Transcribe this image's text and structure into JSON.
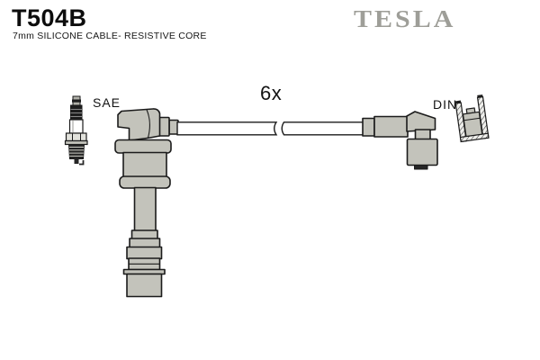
{
  "header": {
    "part_number": "T504B",
    "subtitle": "7mm SILICONE CABLE- RESISTIVE CORE",
    "brand": "TESLA"
  },
  "diagram": {
    "quantity_label": "6x",
    "sae_label": "SAE",
    "din_label": "DIN"
  },
  "colors": {
    "part_gray": "#c3c3bb",
    "outline": "#1b1b1b",
    "brand_gray": "#9e9e98",
    "dark_part": "#262626"
  }
}
